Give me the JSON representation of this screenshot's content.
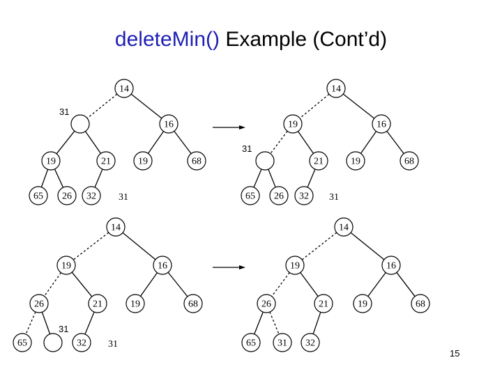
{
  "title": {
    "fn": "deleteMin()",
    "rest": " Example (Cont’d)"
  },
  "page_number": "15",
  "panels": [
    {
      "id": "tl",
      "nodes": [
        {
          "id": "a",
          "label": "14"
        },
        {
          "id": "b",
          "label": ""
        },
        {
          "id": "c",
          "label": "16"
        },
        {
          "id": "d",
          "label": "19"
        },
        {
          "id": "e",
          "label": "21"
        },
        {
          "id": "f",
          "label": "19"
        },
        {
          "id": "g",
          "label": "68"
        },
        {
          "id": "h",
          "label": "65"
        },
        {
          "id": "i",
          "label": "26"
        },
        {
          "id": "j",
          "label": "32"
        }
      ],
      "free_text": "31",
      "carry_text": "31"
    },
    {
      "id": "tr",
      "nodes": [
        {
          "id": "a",
          "label": "14"
        },
        {
          "id": "b",
          "label": "19"
        },
        {
          "id": "c",
          "label": "16"
        },
        {
          "id": "d",
          "label": ""
        },
        {
          "id": "e",
          "label": "21"
        },
        {
          "id": "f",
          "label": "19"
        },
        {
          "id": "g",
          "label": "68"
        },
        {
          "id": "h",
          "label": "65"
        },
        {
          "id": "i",
          "label": "26"
        },
        {
          "id": "j",
          "label": "32"
        }
      ],
      "free_text": "31",
      "carry_text": "31"
    },
    {
      "id": "bl",
      "nodes": [
        {
          "id": "a",
          "label": "14"
        },
        {
          "id": "b",
          "label": "19"
        },
        {
          "id": "c",
          "label": "16"
        },
        {
          "id": "d",
          "label": "26"
        },
        {
          "id": "e",
          "label": "21"
        },
        {
          "id": "f",
          "label": "19"
        },
        {
          "id": "g",
          "label": "68"
        },
        {
          "id": "h",
          "label": "65"
        },
        {
          "id": "i",
          "label": ""
        },
        {
          "id": "j",
          "label": "32"
        }
      ],
      "free_text": "31",
      "carry_text": "31"
    },
    {
      "id": "br",
      "nodes": [
        {
          "id": "a",
          "label": "14"
        },
        {
          "id": "b",
          "label": "19"
        },
        {
          "id": "c",
          "label": "16"
        },
        {
          "id": "d",
          "label": "26"
        },
        {
          "id": "e",
          "label": "21"
        },
        {
          "id": "f",
          "label": "19"
        },
        {
          "id": "g",
          "label": "68"
        },
        {
          "id": "h",
          "label": "65"
        },
        {
          "id": "i",
          "label": "31"
        },
        {
          "id": "j",
          "label": "32"
        }
      ]
    }
  ]
}
